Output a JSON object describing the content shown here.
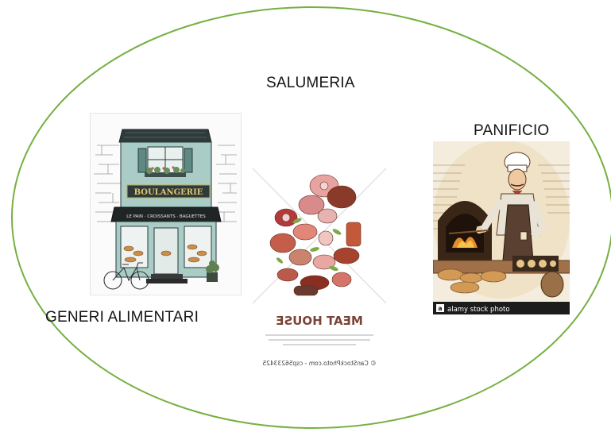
{
  "diagram": {
    "outline_color": "#76b041",
    "labels": {
      "salumeria": "SALUMERIA",
      "panificio": "PANIFICIO",
      "generi_alimentari": "GENERI ALIMENTARI"
    }
  },
  "images": {
    "boulangerie": {
      "icon": "bakery-shop-illustration",
      "sign_text": "BOULANGERIE",
      "awning_text": "LE PAIN · CROISSANTS · BAGUETTES"
    },
    "meat_house": {
      "icon": "meat-products-illustration",
      "title": "MEAT HOUSE",
      "credit": "© CanStockPhoto.com - csp56233425"
    },
    "baker": {
      "icon": "baker-at-oven-engraving",
      "watermark": "alamy stock photo"
    }
  }
}
